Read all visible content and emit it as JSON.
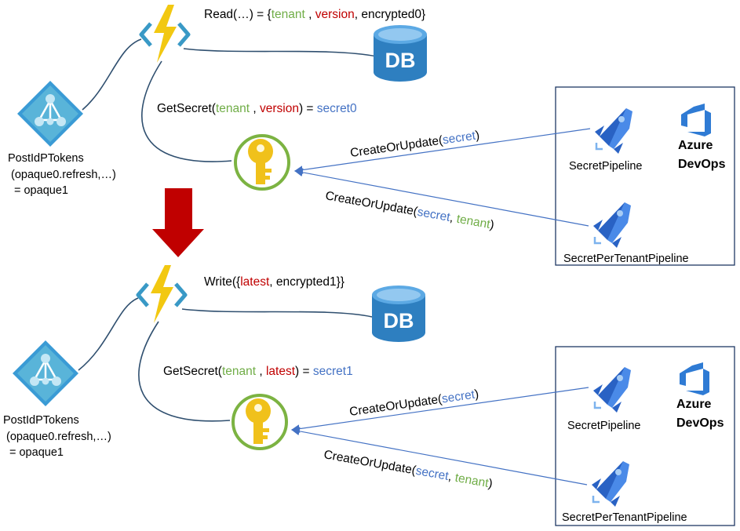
{
  "colors": {
    "green": "#70ad47",
    "red": "#c00000",
    "blue": "#4472c4",
    "function_yellow": "#f2c811",
    "function_bracket": "#3999c6",
    "db_blue": "#2e7fc0",
    "keyvault_yellow": "#f0c11b",
    "pipeline_blue": "#3f7cd8",
    "arrow_blue": "#4472c4",
    "transition_red": "#c00000"
  },
  "icons": [
    "azure-function-icon",
    "database-icon",
    "key-vault-icon",
    "identity-app-icon",
    "pipeline-rocket-icon",
    "azure-devops-icon",
    "down-arrow-icon"
  ],
  "top": {
    "read_label": {
      "pre": "Read(…) = {",
      "tenant": "tenant",
      "sep": " , ",
      "version": "version",
      "post": ", encrypted0}"
    },
    "db_text": "DB",
    "getsecret_label": {
      "pre": "GetSecret(",
      "tenant": "tenant",
      "sep": " , ",
      "version": "version",
      "mid": ") = ",
      "secret": "secret0"
    },
    "client": {
      "line1": "PostIdPTokens",
      "line2": "(opaque0.refresh,…)",
      "line3": "= opaque1"
    },
    "create1": {
      "pre": "CreateOrUpdate(",
      "secret": "secret",
      "post": ")"
    },
    "create2": {
      "pre": "CreateOrUpdate(",
      "secret": "secret",
      "sep": ", ",
      "tenant": "tenant",
      "post": ")"
    },
    "pipeline1": "SecretPipeline",
    "pipeline2": "SecretPerTenantPipeline",
    "azure": "Azure",
    "devops": "DevOps"
  },
  "bottom": {
    "write_label": {
      "pre": "Write({",
      "latest": "latest",
      "post": ", encrypted1}}"
    },
    "db_text": "DB",
    "getsecret_label": {
      "pre": "GetSecret(",
      "tenant": "tenant",
      "sep": " , ",
      "latest": "latest",
      "mid": ") = ",
      "secret": "secret1"
    },
    "client": {
      "line1": "PostIdPTokens",
      "line2": "(opaque0.refresh,…)",
      "line3": "= opaque1"
    },
    "create1": {
      "pre": "CreateOrUpdate(",
      "secret": "secret",
      "post": ")"
    },
    "create2": {
      "pre": "CreateOrUpdate(",
      "secret": "secret",
      "sep": ", ",
      "tenant": "tenant",
      "post": ")"
    },
    "pipeline1": "SecretPipeline",
    "pipeline2": "SecretPerTenantPipeline",
    "azure": "Azure",
    "devops": "DevOps"
  }
}
